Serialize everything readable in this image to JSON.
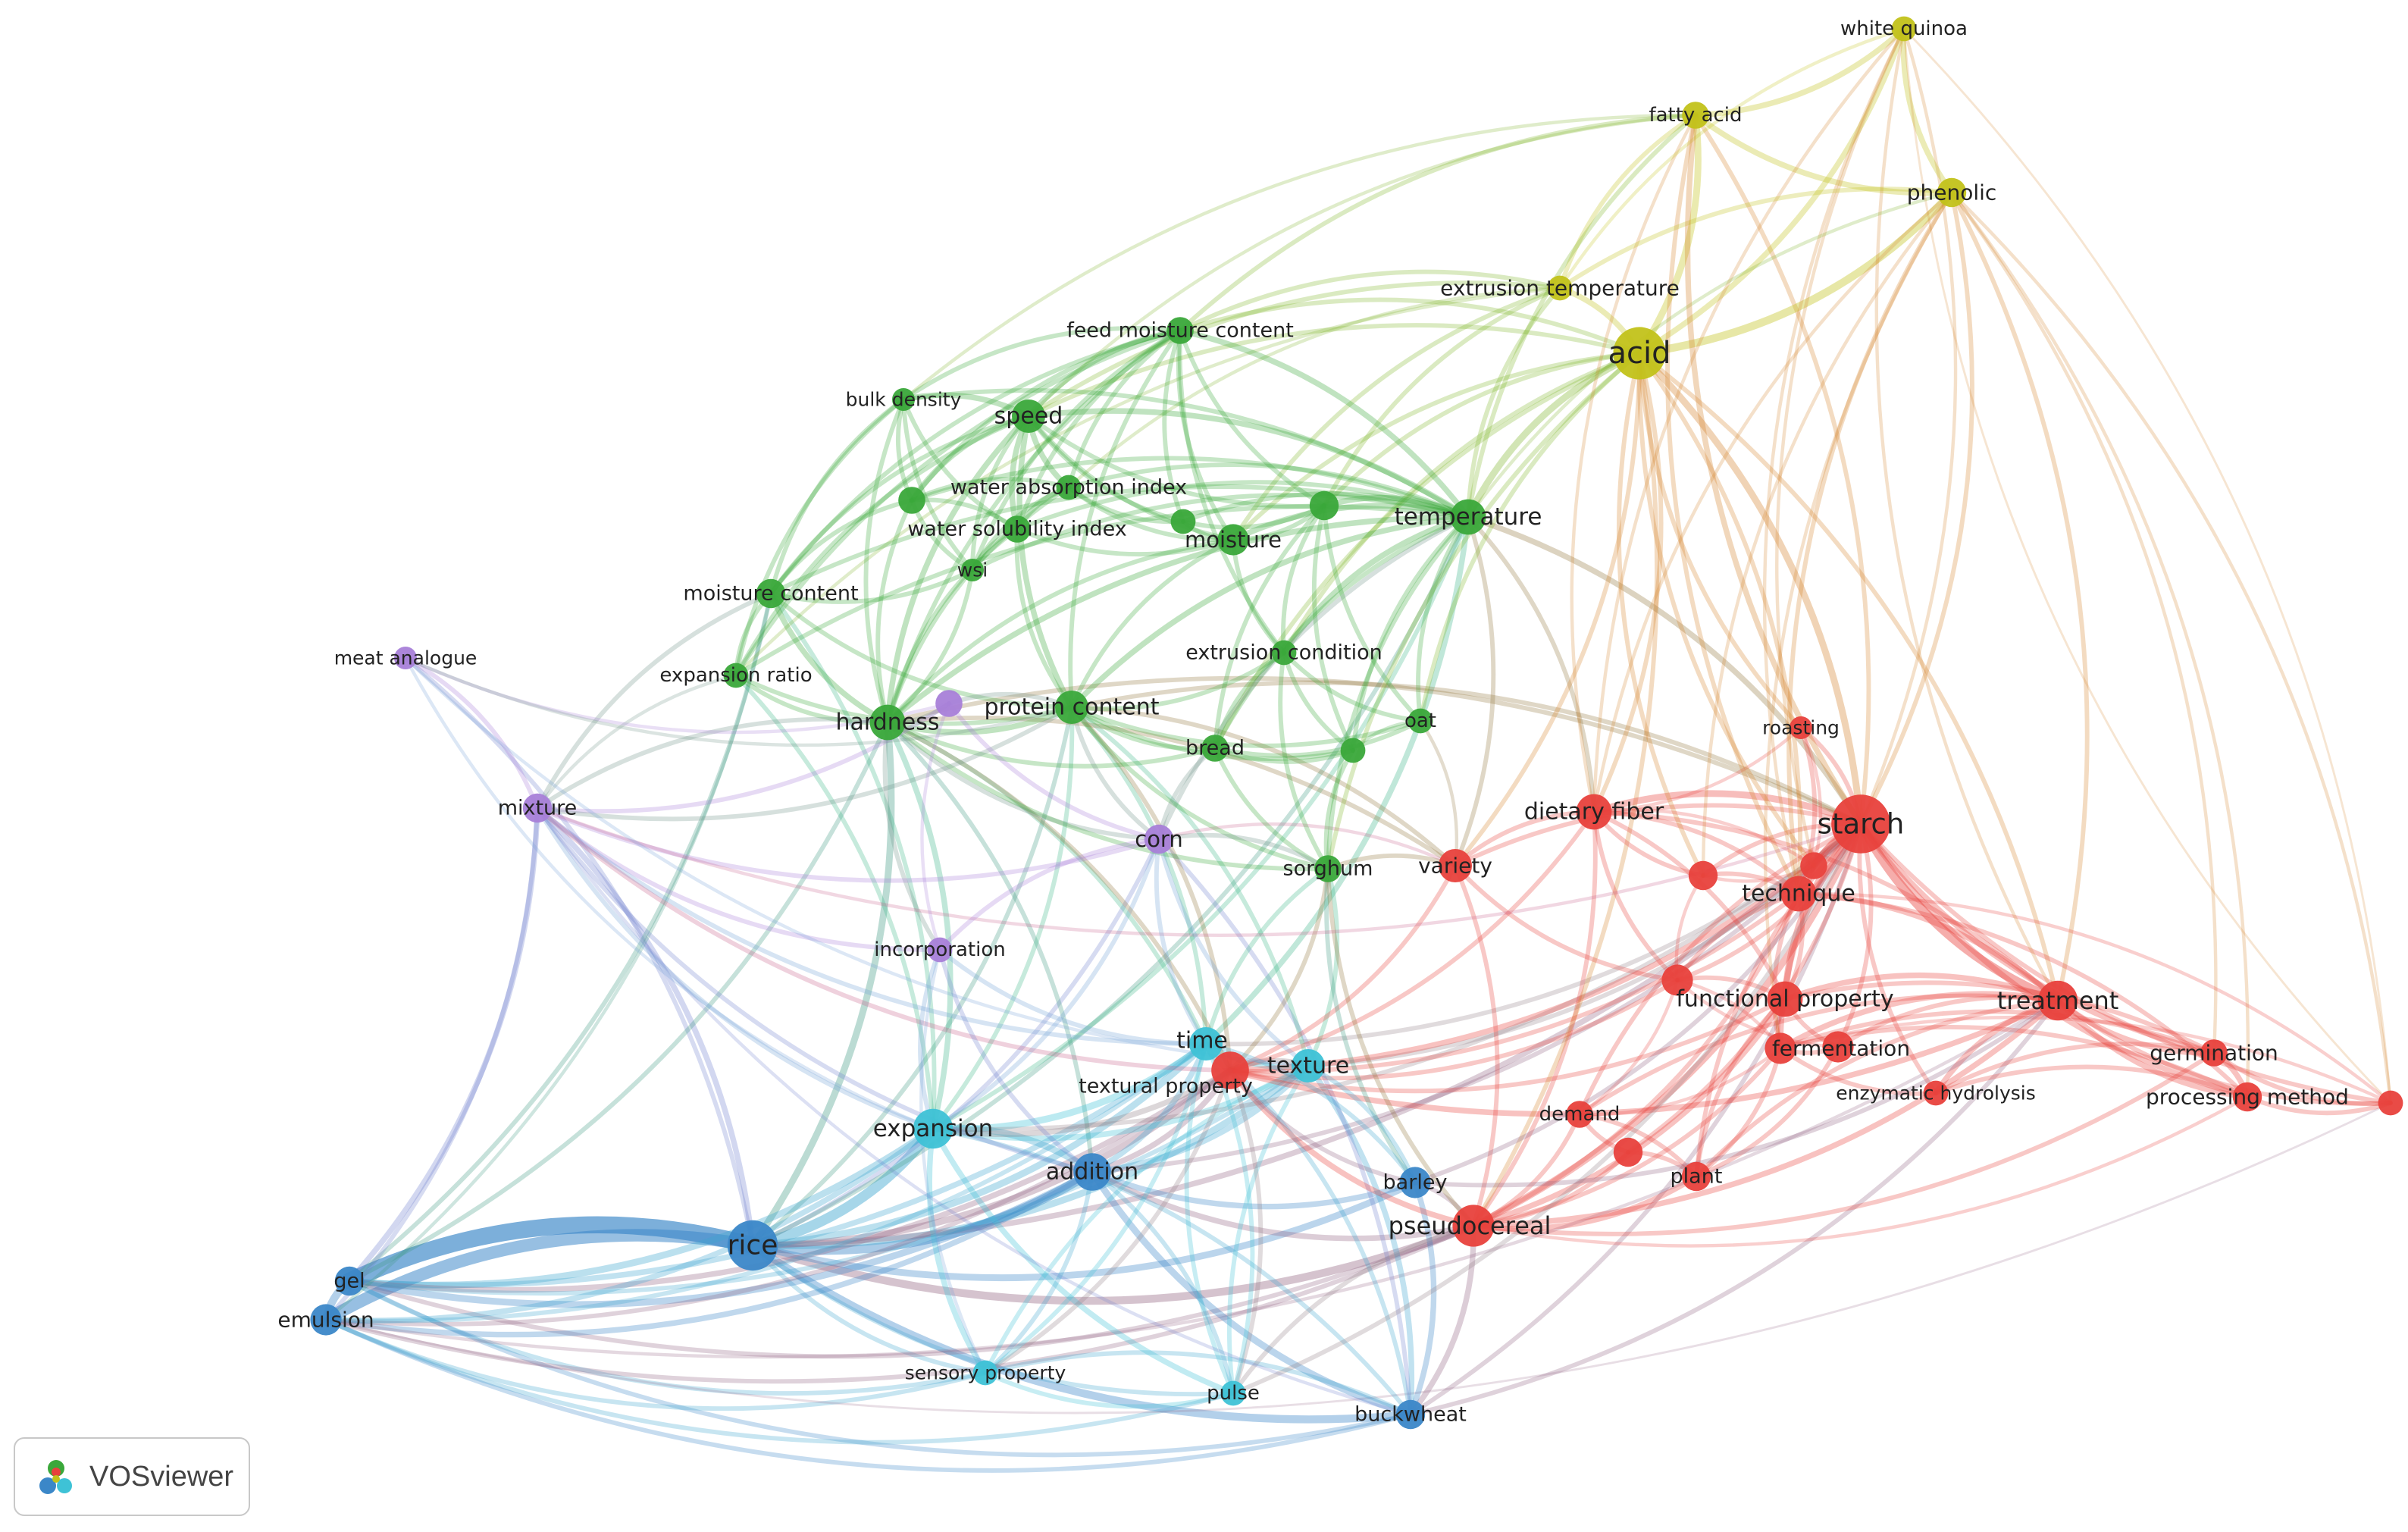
{
  "clusters": {
    "red": "#e8413c",
    "green": "#3aa83a",
    "blue": "#3b87c8",
    "yellow": "#c2c21a",
    "purple": "#a880d8",
    "cyan": "#3ec2d6"
  },
  "badge": {
    "label": "VOSviewer",
    "icon": "vosviewer-logo-icon"
  },
  "nodes": [
    {
      "id": "white quinoa",
      "label": "white quinoa",
      "c": "yellow",
      "s": 0.6
    },
    {
      "id": "fatty acid",
      "label": "fatty acid",
      "c": "yellow",
      "s": 0.7
    },
    {
      "id": "phenolic",
      "label": "phenolic",
      "c": "yellow",
      "s": 0.8
    },
    {
      "id": "extrusion temperature",
      "label": "extrusion temperature",
      "c": "yellow",
      "s": 0.6
    },
    {
      "id": "acid",
      "label": "acid",
      "c": "yellow",
      "s": 1.9
    },
    {
      "id": "feed moisture content",
      "label": "feed moisture content",
      "c": "green",
      "s": 0.7
    },
    {
      "id": "bulk density",
      "label": "bulk density",
      "c": "green",
      "s": 0.5
    },
    {
      "id": "speed",
      "label": "speed",
      "c": "green",
      "s": 1.0
    },
    {
      "id": "water absorption index",
      "label": "water absorption index",
      "c": "green",
      "s": 0.6
    },
    {
      "id": "g1",
      "label": "",
      "c": "green",
      "s": 0.7
    },
    {
      "id": "water solubility index",
      "label": "water solubility index",
      "c": "green",
      "s": 0.7
    },
    {
      "id": "g2",
      "label": "",
      "c": "green",
      "s": 0.6
    },
    {
      "id": "moisture",
      "label": "moisture",
      "c": "green",
      "s": 0.9
    },
    {
      "id": "g3",
      "label": "",
      "c": "green",
      "s": 0.8
    },
    {
      "id": "temperature",
      "label": "temperature",
      "c": "green",
      "s": 1.1
    },
    {
      "id": "wsi",
      "label": "wsi",
      "c": "green",
      "s": 0.5
    },
    {
      "id": "moisture content",
      "label": "moisture content",
      "c": "green",
      "s": 0.8
    },
    {
      "id": "expansion ratio",
      "label": "expansion ratio",
      "c": "green",
      "s": 0.6
    },
    {
      "id": "extrusion condition",
      "label": "extrusion condition",
      "c": "green",
      "s": 0.6
    },
    {
      "id": "hardness",
      "label": "hardness",
      "c": "green",
      "s": 1.1
    },
    {
      "id": "protein content",
      "label": "protein content",
      "c": "green",
      "s": 1.0
    },
    {
      "id": "oat",
      "label": "oat",
      "c": "green",
      "s": 0.6
    },
    {
      "id": "bread",
      "label": "bread",
      "c": "green",
      "s": 0.7
    },
    {
      "id": "g4",
      "label": "",
      "c": "green",
      "s": 0.6
    },
    {
      "id": "sorghum",
      "label": "sorghum",
      "c": "green",
      "s": 0.7
    },
    {
      "id": "meat analogue",
      "label": "meat analogue",
      "c": "purple",
      "s": 0.5
    },
    {
      "id": "mixture",
      "label": "mixture",
      "c": "purple",
      "s": 0.8
    },
    {
      "id": "p1",
      "label": "",
      "c": "purple",
      "s": 0.7
    },
    {
      "id": "corn",
      "label": "corn",
      "c": "purple",
      "s": 0.8
    },
    {
      "id": "incorporation",
      "label": "incorporation",
      "c": "purple",
      "s": 0.6
    },
    {
      "id": "roasting",
      "label": "roasting",
      "c": "red",
      "s": 0.5
    },
    {
      "id": "dietary fiber",
      "label": "dietary fiber",
      "c": "red",
      "s": 1.1
    },
    {
      "id": "starch",
      "label": "starch",
      "c": "red",
      "s": 2.2
    },
    {
      "id": "variety",
      "label": "variety",
      "c": "red",
      "s": 1.0
    },
    {
      "id": "r1",
      "label": "",
      "c": "red",
      "s": 0.8
    },
    {
      "id": "r2",
      "label": "",
      "c": "red",
      "s": 0.7
    },
    {
      "id": "technique",
      "label": "technique",
      "c": "red",
      "s": 1.1
    },
    {
      "id": "r3",
      "label": "",
      "c": "red",
      "s": 0.9
    },
    {
      "id": "functional property",
      "label": "functional property",
      "c": "red",
      "s": 1.1
    },
    {
      "id": "treatment",
      "label": "treatment",
      "c": "red",
      "s": 1.3
    },
    {
      "id": "fermentation",
      "label": "fermentation",
      "c": "red",
      "s": 0.9
    },
    {
      "id": "r4",
      "label": "",
      "c": "red",
      "s": 0.9
    },
    {
      "id": "germination",
      "label": "germination",
      "c": "red",
      "s": 0.7
    },
    {
      "id": "enzymatic hydrolysis",
      "label": "enzymatic hydrolysis",
      "c": "red",
      "s": 0.6
    },
    {
      "id": "processing method",
      "label": "processing method",
      "c": "red",
      "s": 0.8
    },
    {
      "id": "r5",
      "label": "",
      "c": "red",
      "s": 0.6
    },
    {
      "id": "textural property",
      "label": "textural property",
      "c": "red",
      "s": 1.2
    },
    {
      "id": "demand",
      "label": "demand",
      "c": "red",
      "s": 0.7
    },
    {
      "id": "r6",
      "label": "",
      "c": "red",
      "s": 0.8
    },
    {
      "id": "plant",
      "label": "plant",
      "c": "red",
      "s": 0.8
    },
    {
      "id": "pseudocereal",
      "label": "pseudocereal",
      "c": "red",
      "s": 1.4
    },
    {
      "id": "time",
      "label": "time",
      "c": "cyan",
      "s": 1.0
    },
    {
      "id": "texture",
      "label": "texture",
      "c": "cyan",
      "s": 1.0
    },
    {
      "id": "expansion",
      "label": "expansion",
      "c": "cyan",
      "s": 1.3
    },
    {
      "id": "sensory property",
      "label": "sensory property",
      "c": "cyan",
      "s": 0.6
    },
    {
      "id": "pulse",
      "label": "pulse",
      "c": "cyan",
      "s": 0.6
    },
    {
      "id": "addition",
      "label": "addition",
      "c": "blue",
      "s": 1.2
    },
    {
      "id": "barley",
      "label": "barley",
      "c": "blue",
      "s": 0.9
    },
    {
      "id": "rice",
      "label": "rice",
      "c": "blue",
      "s": 1.8
    },
    {
      "id": "gel",
      "label": "gel",
      "c": "blue",
      "s": 0.8
    },
    {
      "id": "emulsion",
      "label": "emulsion",
      "c": "blue",
      "s": 0.9
    },
    {
      "id": "buckwheat",
      "label": "buckwheat",
      "c": "blue",
      "s": 0.8
    }
  ]
}
